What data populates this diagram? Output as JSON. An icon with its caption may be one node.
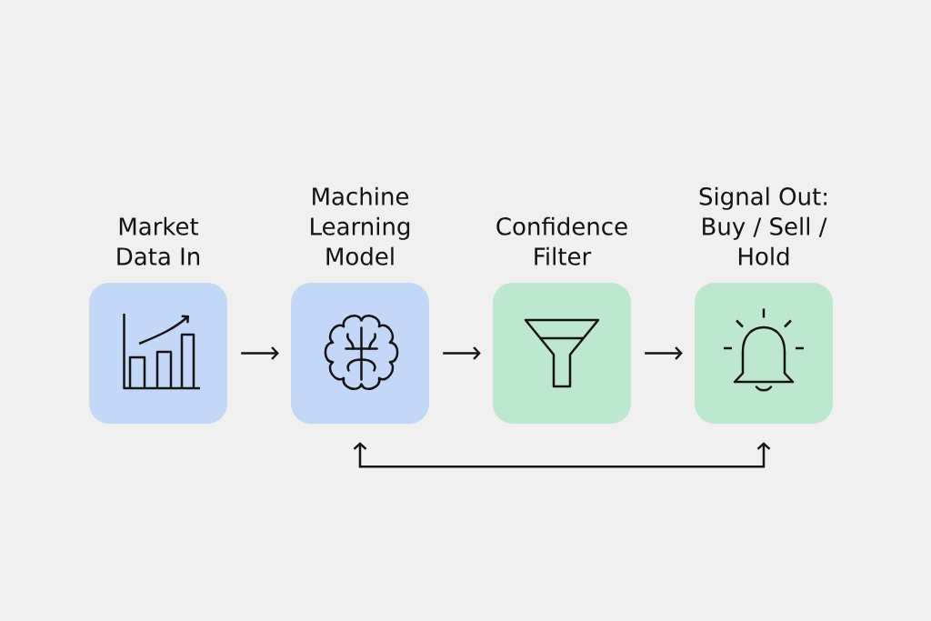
{
  "diagram": {
    "nodes": [
      {
        "text": [
          "Market Data In"
        ]
      },
      {
        "text": [
          "Machine Learning Model"
        ]
      },
      {
        "text": [
          "Confidence Filter"
        ]
      },
      {
        "text": [
          "Signal Out: Buy / Sell / Hold"
        ]
      }
    ],
    "edges": [
      {
        "from": 0,
        "to": 1,
        "arrow": "to"
      },
      {
        "from": 1,
        "to": 2,
        "arrow": "to"
      },
      {
        "from": 2,
        "to": 3,
        "arrow": "to"
      },
      {
        "from": 3,
        "to": 1,
        "arrow": "both"
      }
    ]
  }
}
